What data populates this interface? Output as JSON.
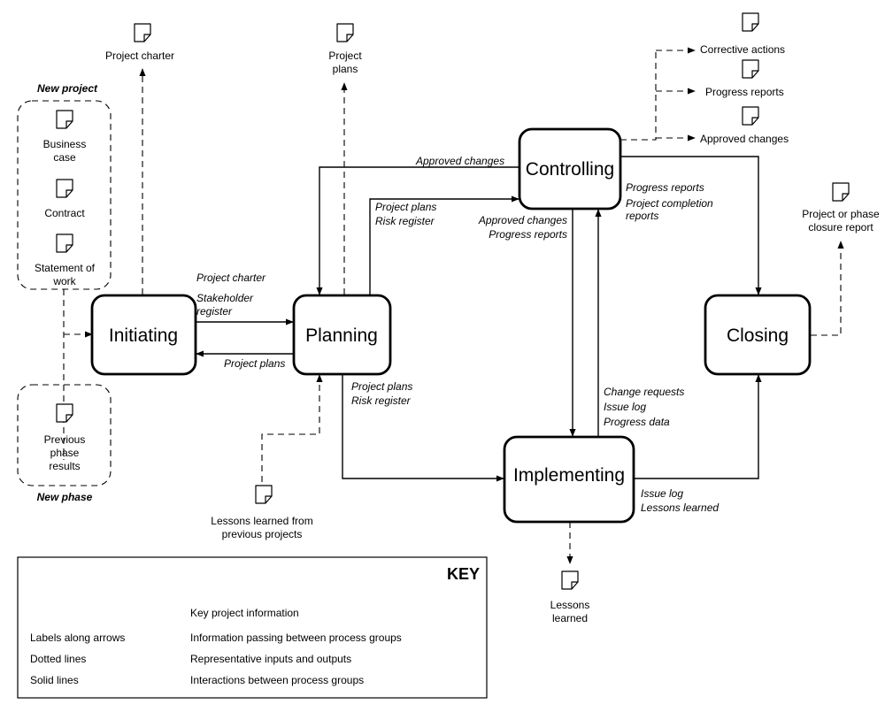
{
  "process_groups": {
    "initiating": "Initiating",
    "planning": "Planning",
    "controlling": "Controlling",
    "implementing": "Implementing",
    "closing": "Closing"
  },
  "new_project": {
    "title": "New project",
    "docs": [
      "Business",
      "case",
      "Contract",
      "Statement of",
      "work"
    ]
  },
  "new_phase": {
    "title": "New phase",
    "docs": [
      "Previous",
      "phase",
      "results"
    ]
  },
  "outputs": {
    "project_charter": "Project charter",
    "project_plans": [
      "Project",
      "plans"
    ],
    "corrective_actions": "Corrective actions",
    "progress_reports": "Progress reports",
    "approved_changes": "Approved changes",
    "closure_report": [
      "Project or phase",
      "closure report"
    ],
    "lessons_from_previous": [
      "Lessons learned from",
      "previous projects"
    ],
    "lessons_learned": [
      "Lessons",
      "learned"
    ]
  },
  "arrow_labels": {
    "init_to_plan": [
      "Project charter",
      "Stakeholder",
      "register"
    ],
    "plan_to_init": "Project plans",
    "ctrl_to_plan": "Approved changes",
    "plan_to_ctrl": [
      "Project plans",
      "Risk register"
    ],
    "ctrl_to_impl": [
      "Approved changes",
      "Progress reports"
    ],
    "ctrl_to_close": [
      "Progress reports",
      "Project completion",
      "reports"
    ],
    "plan_to_impl": [
      "Project plans",
      "Risk register"
    ],
    "impl_to_ctrl": [
      "Change requests",
      "Issue log",
      "Progress data"
    ],
    "impl_to_close": [
      "Issue log",
      "Lessons learned"
    ]
  },
  "key": {
    "title": "KEY",
    "rows": [
      {
        "term": "",
        "meaning": "Key project information"
      },
      {
        "term": "Labels along arrows",
        "meaning": "Information passing between process groups"
      },
      {
        "term": "Dotted lines",
        "meaning": "Representative inputs and outputs"
      },
      {
        "term": "Solid lines",
        "meaning": "Interactions between process groups"
      }
    ]
  }
}
